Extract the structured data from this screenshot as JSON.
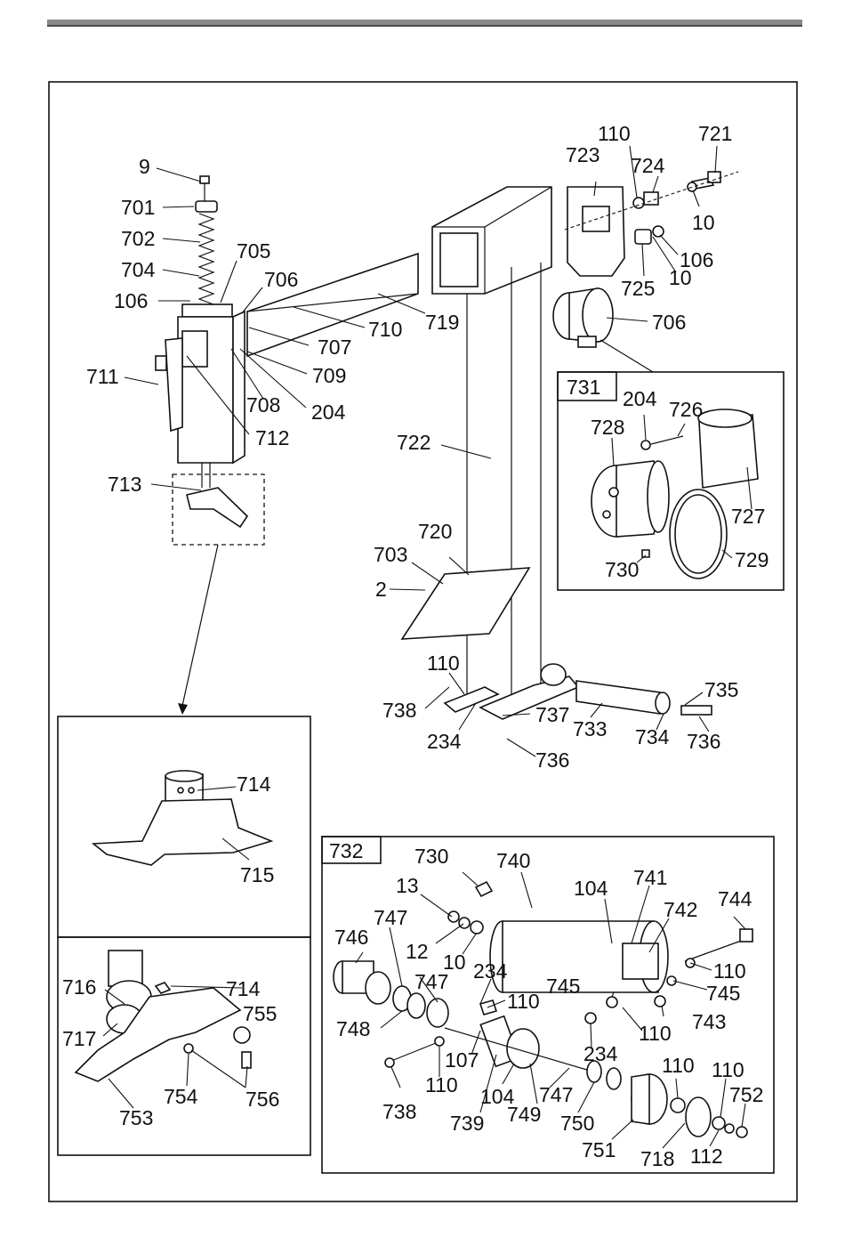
{
  "diagram": {
    "inset_boxes": [
      "731",
      "732"
    ],
    "labels": {
      "l9": "9",
      "l701": "701",
      "l702": "702",
      "l704": "704",
      "l106a": "106",
      "l705": "705",
      "l706a": "706",
      "l719": "719",
      "l710": "710",
      "l707": "707",
      "l709": "709",
      "l204a": "204",
      "l708": "708",
      "l712": "712",
      "l711": "711",
      "l713": "713",
      "l722": "722",
      "l720": "720",
      "l703": "703",
      "l2": "2",
      "l110a": "110",
      "l723": "723",
      "l724": "724",
      "l721": "721",
      "l10a": "10",
      "l106b": "106",
      "l10b": "10",
      "l725": "725",
      "l706b": "706",
      "l204b": "204",
      "l726": "726",
      "l728": "728",
      "l727": "727",
      "l729": "729",
      "l730a": "730",
      "l110b": "110",
      "l738a": "738",
      "l234a": "234",
      "l737": "737",
      "l733": "733",
      "l734": "734",
      "l735": "735",
      "l736a": "736",
      "l736b": "736",
      "l714a": "714",
      "l715": "715",
      "l716": "716",
      "l714b": "714",
      "l717": "717",
      "l755": "755",
      "l754": "754",
      "l756": "756",
      "l753": "753",
      "l730b": "730",
      "l740": "740",
      "l13": "13",
      "l104a": "104",
      "l741": "741",
      "l742": "742",
      "l744": "744",
      "l747a": "747",
      "l746": "746",
      "l12": "12",
      "l10c": "10",
      "l110c": "110",
      "l745a": "745",
      "l747b": "747",
      "l234b": "234",
      "l110d": "110",
      "l745b": "745",
      "l748": "748",
      "l110e": "110",
      "l743": "743",
      "l107": "107",
      "l234c": "234",
      "l110f": "110",
      "l110g": "110",
      "l752": "752",
      "l738b": "738",
      "l110h": "110",
      "l104b": "104",
      "l747c": "747",
      "l750": "750",
      "l739": "739",
      "l749": "749",
      "l751": "751",
      "l718": "718",
      "l112": "112"
    }
  }
}
